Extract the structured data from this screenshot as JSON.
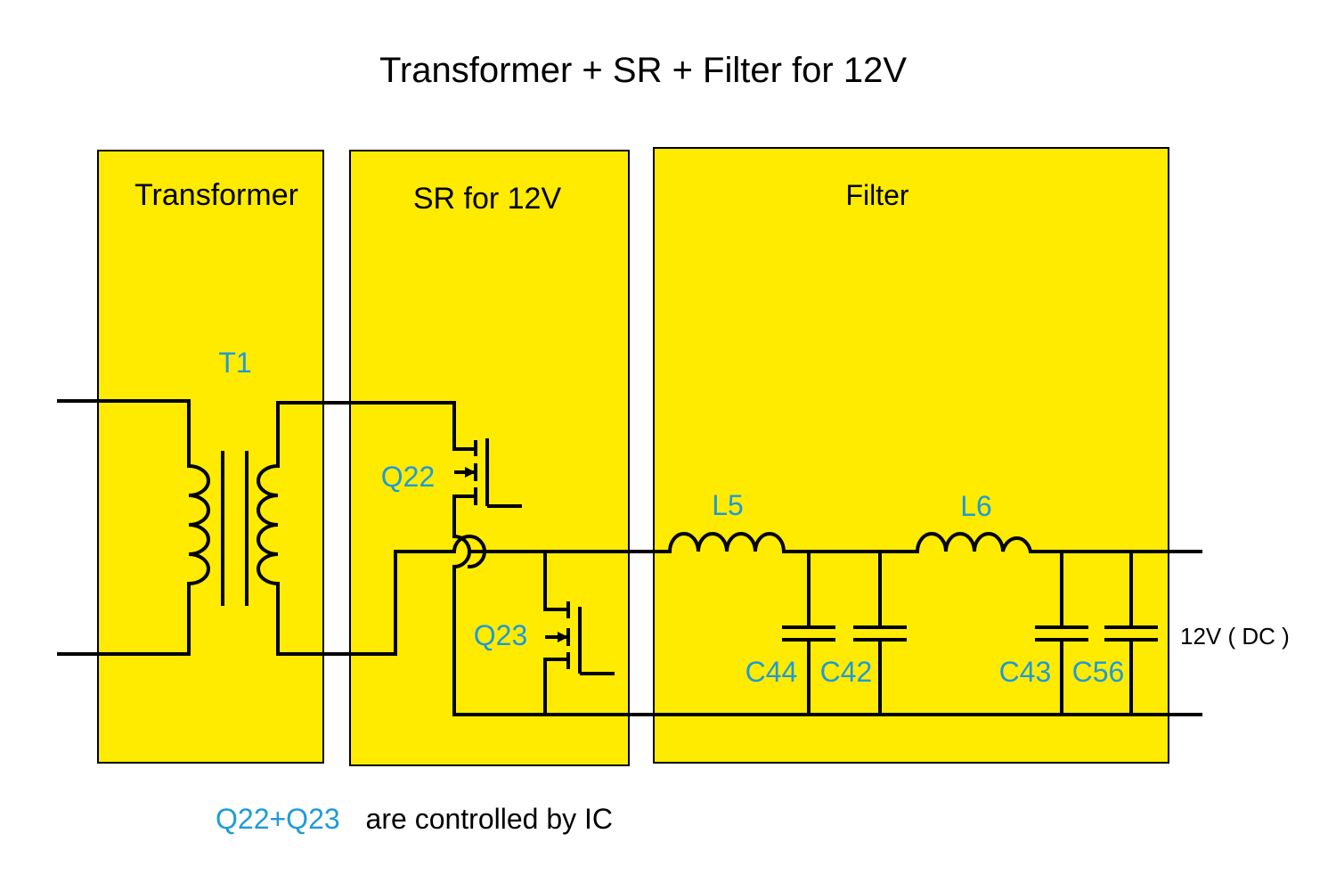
{
  "title": "Transformer + SR + Filter for 12V",
  "blocks": {
    "transformer": "Transformer",
    "sr": "SR for 12V",
    "filter": "Filter"
  },
  "components": {
    "t1": "T1",
    "q22": "Q22",
    "q23": "Q23",
    "l5": "L5",
    "l6": "L6",
    "c44": "C44",
    "c42": "C42",
    "c43": "C43",
    "c56": "C56"
  },
  "output_label": "12V ( DC )",
  "footnote": {
    "highlight": "Q22+Q23",
    "rest": "are controlled by IC"
  },
  "colors": {
    "block_fill": "#FFEB00",
    "wire": "#000000",
    "component_label": "#1E9BD7",
    "text": "#000000"
  }
}
